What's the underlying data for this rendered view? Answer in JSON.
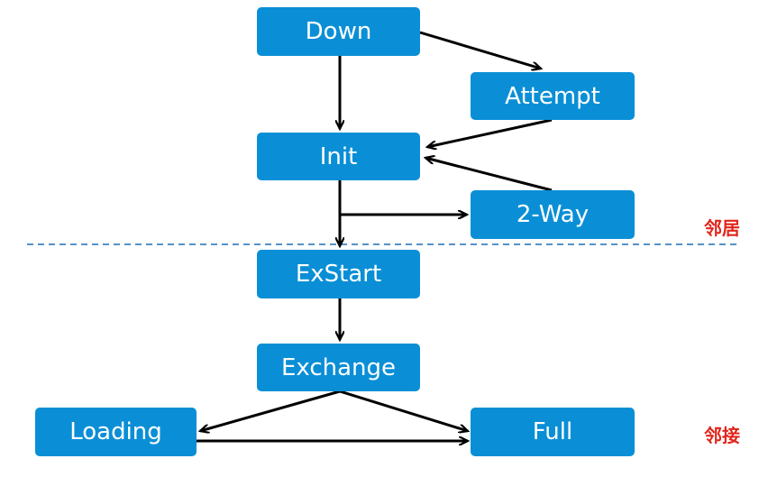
{
  "states": {
    "down": "Down",
    "attempt": "Attempt",
    "init": "Init",
    "two_way": "2-Way",
    "exstart": "ExStart",
    "exchange": "Exchange",
    "loading": "Loading",
    "full": "Full"
  },
  "zones": {
    "neighbor": "邻居",
    "adjacency": "邻接"
  },
  "colors": {
    "box": "#0a8fd6",
    "box_text": "#ffffff",
    "arrow": "#000000",
    "divider": "#1f6fb4",
    "zone_label": "#e1251b"
  }
}
